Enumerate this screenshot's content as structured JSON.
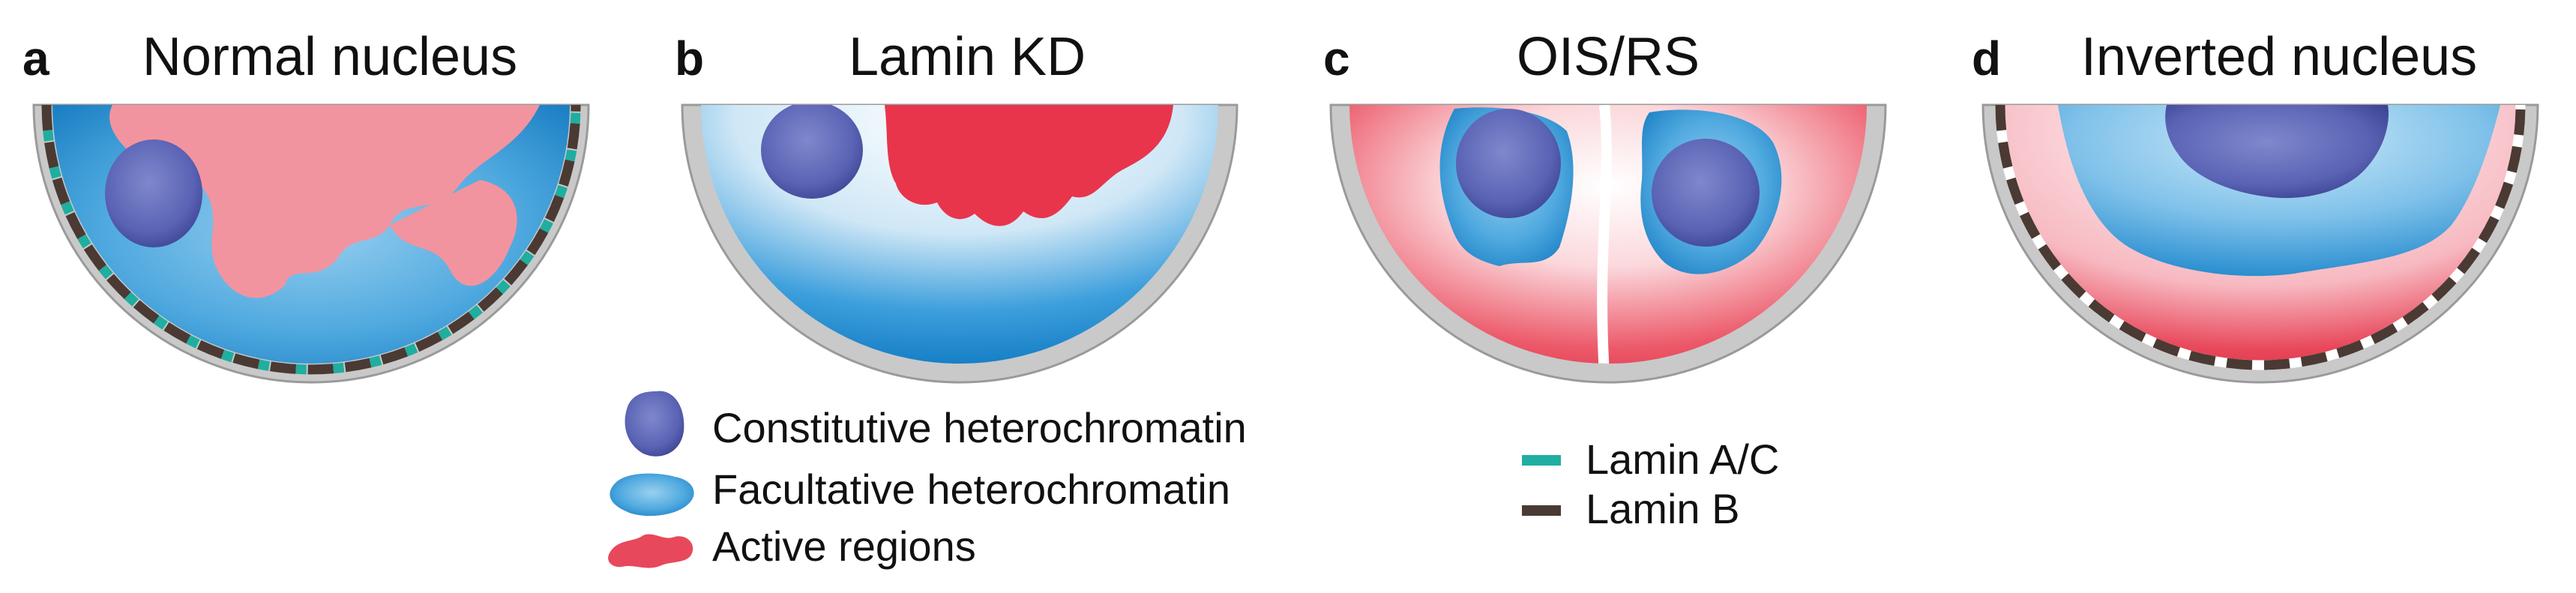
{
  "panels": [
    {
      "letter": "a",
      "title": "Normal nucleus"
    },
    {
      "letter": "b",
      "title": "Lamin KD"
    },
    {
      "letter": "c",
      "title": "OIS/RS"
    },
    {
      "letter": "d",
      "title": "Inverted nucleus"
    }
  ],
  "legend": {
    "chromatin": [
      {
        "label": "Constitutive heterochromatin",
        "color": "#5a63b4"
      },
      {
        "label": "Facultative heterochromatin",
        "color": "#1e8fd0"
      },
      {
        "label": "Active regions",
        "color": "#e84a5c"
      }
    ],
    "lamina": [
      {
        "label": "Lamin A/C",
        "color": "#1faea0"
      },
      {
        "label": "Lamin B",
        "color": "#4a3a33"
      }
    ]
  },
  "colors": {
    "envelope": "#c4c4c4",
    "envelope_stroke": "#9a9a9a",
    "constitutive": "#5a63b4",
    "facultative": "#1e8fd0",
    "active": "#e84a5c",
    "active_soft": "#f49aa5"
  }
}
